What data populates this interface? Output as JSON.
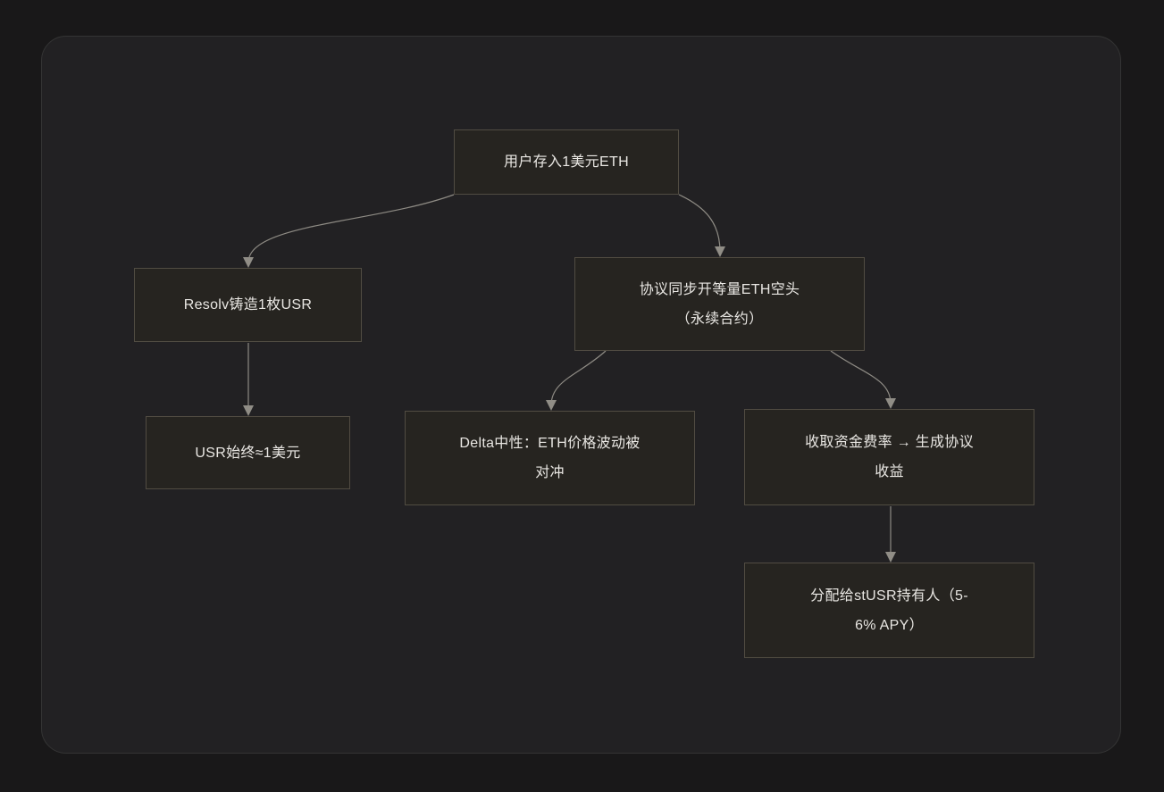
{
  "page": {
    "background_color": "#191819",
    "panel_background_color": "#222123",
    "panel_border_color": "#343434"
  },
  "diagram": {
    "type": "flowchart",
    "node_fill_color": "#262420",
    "node_border_color": "#514c42",
    "node_text_color": "#e9e7e3",
    "edge_color": "#8e8b84",
    "nodes": [
      {
        "id": "deposit",
        "lines": [
          "用户存入1美元ETH",
          ""
        ]
      },
      {
        "id": "mint",
        "lines": [
          "Resolv铸造1枚USR",
          ""
        ]
      },
      {
        "id": "short",
        "lines": [
          "协议同步开等量ETH空头",
          "（永续合约）"
        ]
      },
      {
        "id": "peg",
        "lines": [
          "USR始终≈1美元",
          ""
        ]
      },
      {
        "id": "delta",
        "lines": [
          "Delta中性：ETH价格波动被",
          "对冲"
        ]
      },
      {
        "id": "funding",
        "lines": [
          "收取资金费率 → 生成协议",
          "收益"
        ]
      },
      {
        "id": "distribute",
        "lines": [
          "分配给stUSR持有人（5-",
          "6% APY）"
        ]
      }
    ],
    "edges": [
      {
        "from": "deposit",
        "to": "mint"
      },
      {
        "from": "deposit",
        "to": "short"
      },
      {
        "from": "mint",
        "to": "peg"
      },
      {
        "from": "short",
        "to": "delta"
      },
      {
        "from": "short",
        "to": "funding"
      },
      {
        "from": "funding",
        "to": "distribute"
      }
    ]
  }
}
